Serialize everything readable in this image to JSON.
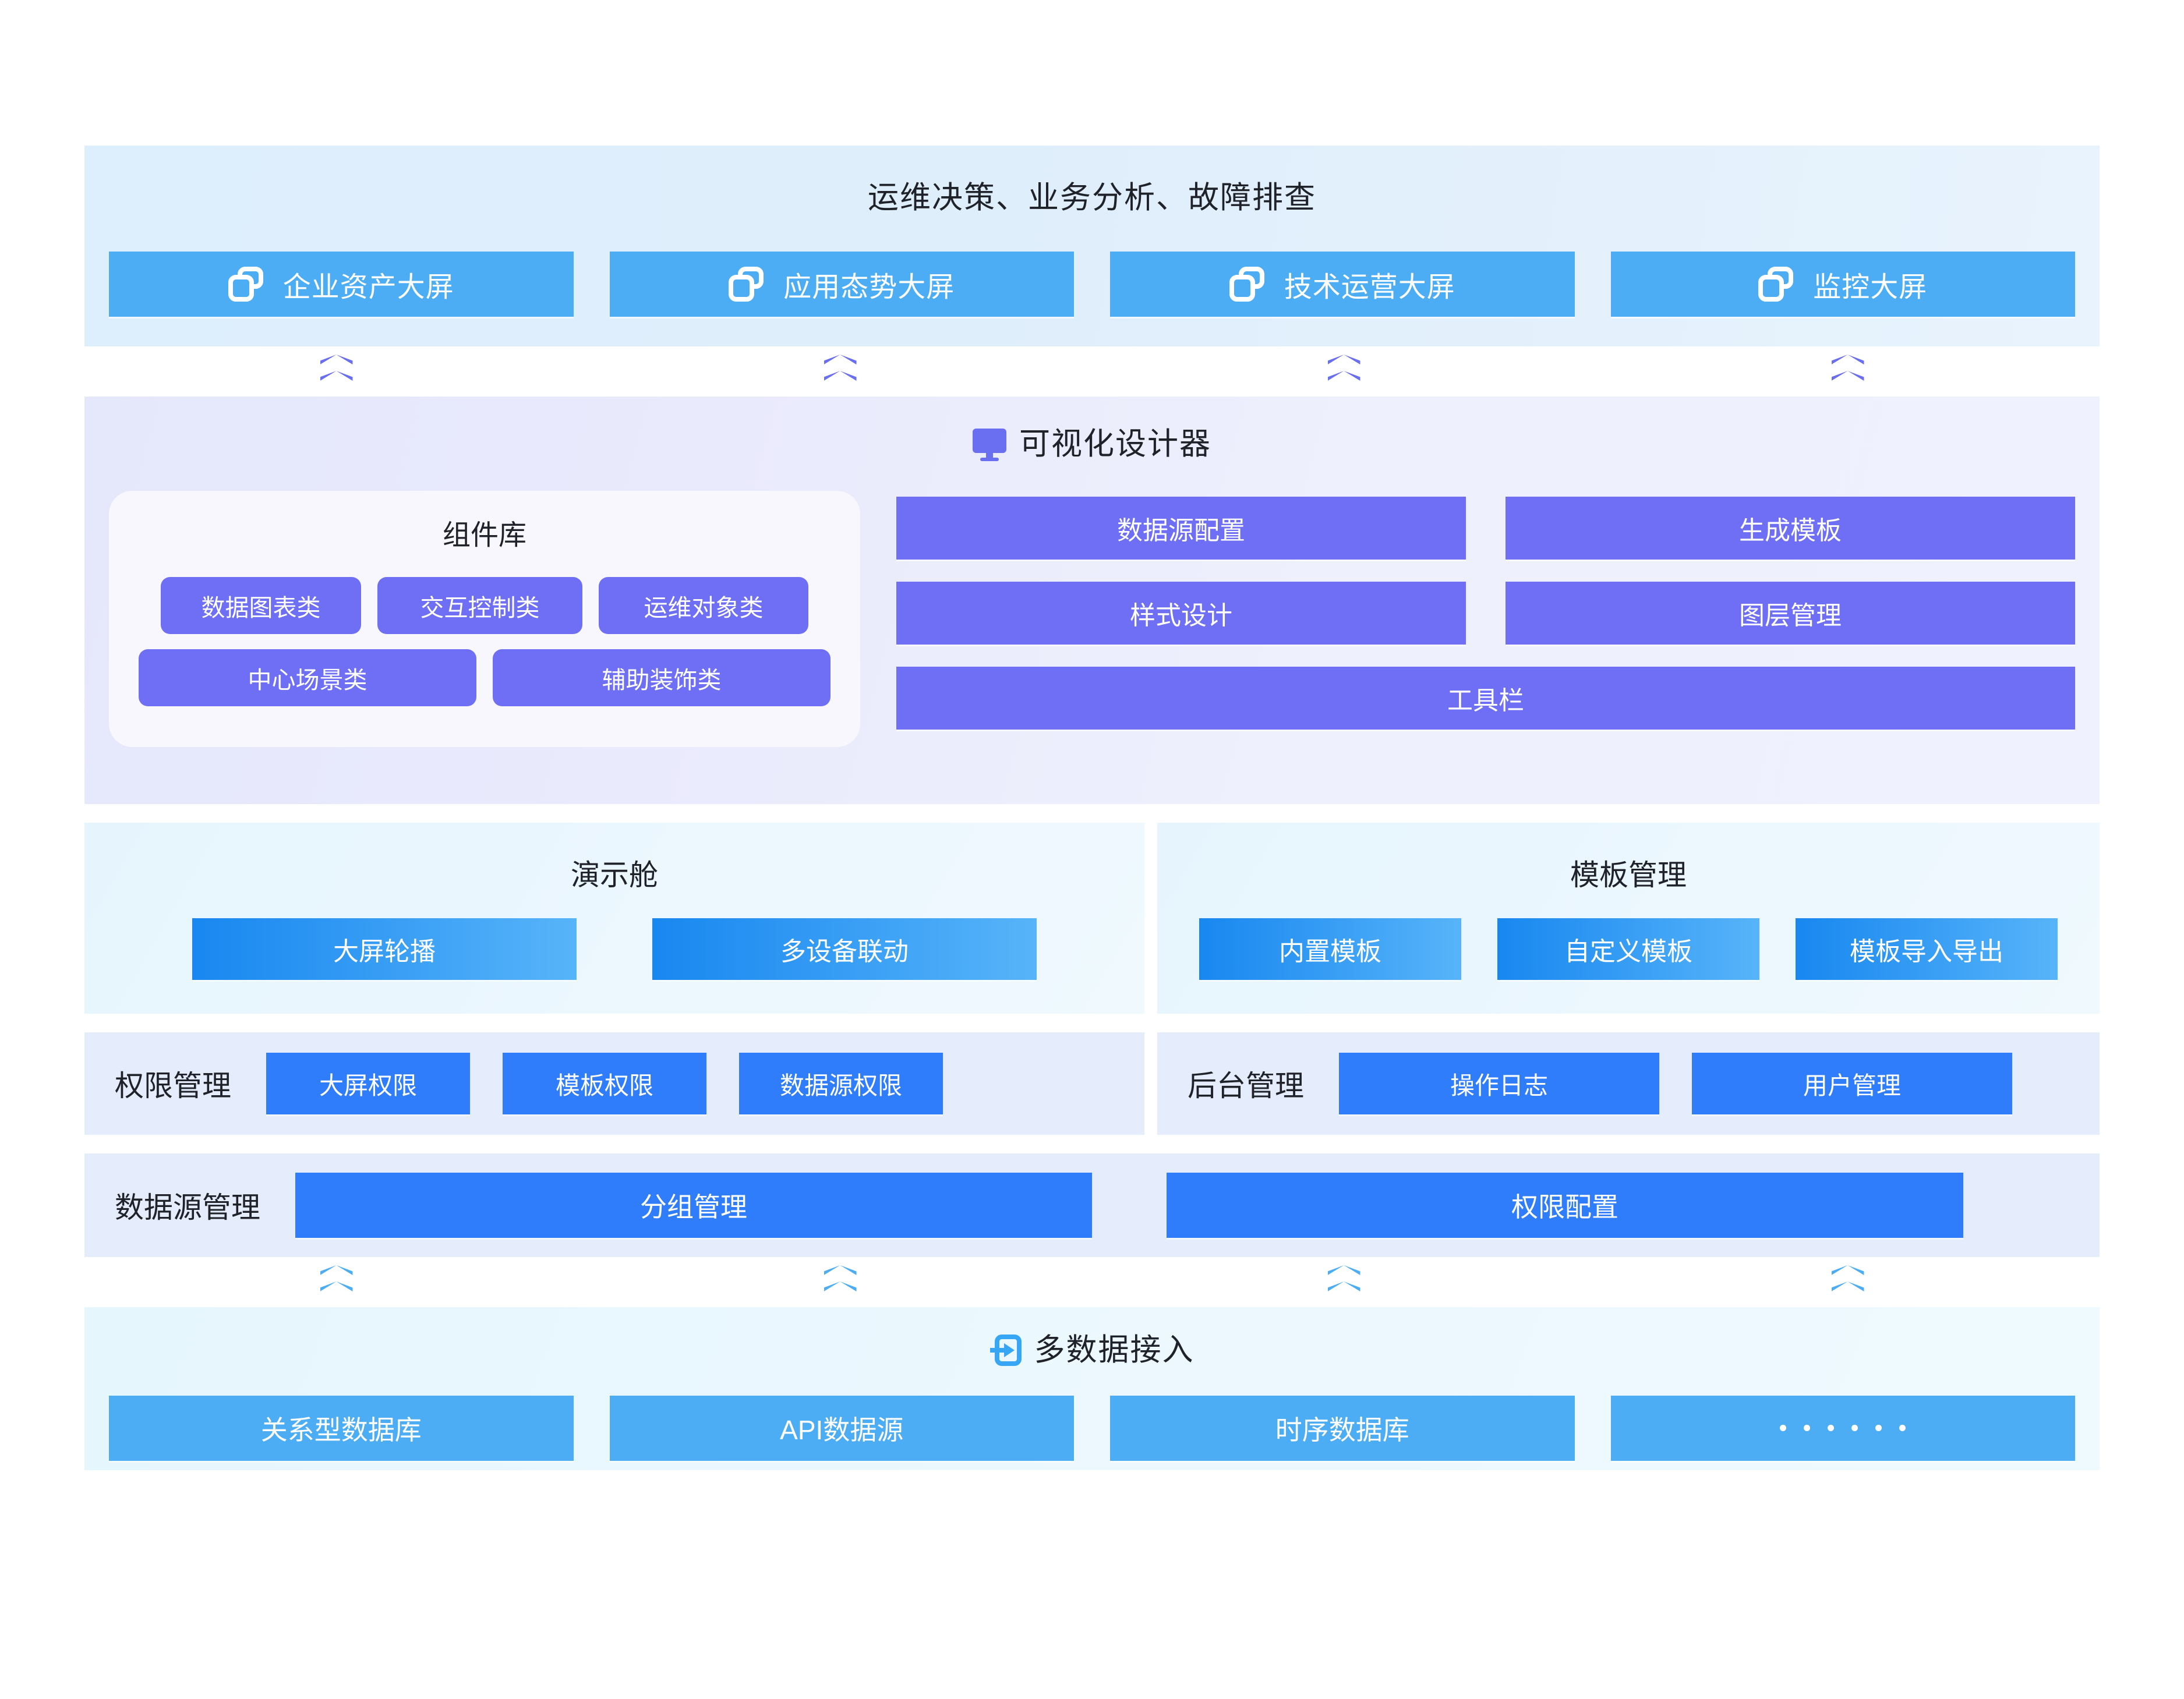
{
  "colors": {
    "app_blue": "#4cadf5",
    "designer_purple": "#6f6ff5",
    "flat_blue": "#2f7dfb",
    "gradient_blue_start": "#1887f0",
    "gradient_blue_end": "#57b4f9",
    "chevron_purple": "#6a6ef0",
    "chevron_blue": "#4cadf5"
  },
  "layer_apps": {
    "title": "运维决策、业务分析、故障排查",
    "icon": "screens-icon",
    "buttons": [
      {
        "label": "企业资产大屏"
      },
      {
        "label": "应用态势大屏"
      },
      {
        "label": "技术运营大屏"
      },
      {
        "label": "监控大屏"
      }
    ]
  },
  "connector_top": {
    "icon": "double-chevron-up-icon",
    "count": 4
  },
  "layer_designer": {
    "title": "可视化设计器",
    "icon": "monitor-chart-icon",
    "component_library": {
      "title": "组件库",
      "row1": [
        {
          "label": "数据图表类"
        },
        {
          "label": "交互控制类"
        },
        {
          "label": "运维对象类"
        }
      ],
      "row2": [
        {
          "label": "中心场景类"
        },
        {
          "label": "辅助装饰类"
        }
      ]
    },
    "tools": [
      {
        "label": "数据源配置",
        "span": "half"
      },
      {
        "label": "生成模板",
        "span": "half"
      },
      {
        "label": "样式设计",
        "span": "half"
      },
      {
        "label": "图层管理",
        "span": "half"
      },
      {
        "label": "工具栏",
        "span": "full"
      }
    ]
  },
  "layer_demo": {
    "title": "演示舱",
    "buttons": [
      {
        "label": "大屏轮播"
      },
      {
        "label": "多设备联动"
      }
    ]
  },
  "layer_template": {
    "title": "模板管理",
    "buttons": [
      {
        "label": "内置模板"
      },
      {
        "label": "自定义模板"
      },
      {
        "label": "模板导入导出"
      }
    ]
  },
  "layer_permission": {
    "title": "权限管理",
    "buttons": [
      {
        "label": "大屏权限"
      },
      {
        "label": "模板权限"
      },
      {
        "label": "数据源权限"
      }
    ]
  },
  "layer_backend": {
    "title": "后台管理",
    "buttons": [
      {
        "label": "操作日志"
      },
      {
        "label": "用户管理"
      }
    ]
  },
  "layer_datasource_mgmt": {
    "title": "数据源管理",
    "buttons": [
      {
        "label": "分组管理"
      },
      {
        "label": "权限配置"
      }
    ]
  },
  "connector_bottom": {
    "icon": "double-chevron-up-icon",
    "count": 4
  },
  "layer_access": {
    "title": "多数据接入",
    "icon": "import-arrow-icon",
    "buttons": [
      {
        "label": "关系型数据库",
        "type": "text"
      },
      {
        "label": "API数据源",
        "type": "text"
      },
      {
        "label": "时序数据库",
        "type": "text"
      },
      {
        "label": "",
        "type": "dots",
        "dot_count": 6
      }
    ]
  }
}
